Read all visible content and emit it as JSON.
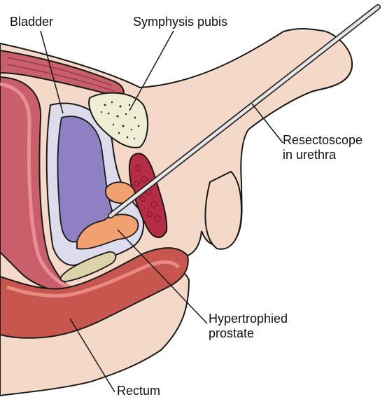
{
  "labels": {
    "bladder": "Bladder",
    "symphysis_pubis": "Symphysis pubis",
    "resectoscope": {
      "line1": "Resectoscope",
      "line2": "in urethra"
    },
    "hypertrophied_prostate": {
      "line1": "Hypertrophied",
      "line2": "prostate"
    },
    "rectum": "Rectum"
  },
  "colors": {
    "skin": "#f5d9c8",
    "outline": "#1a1a1a",
    "muscle_dark": "#c95f6a",
    "bladder_wall": "#dcdcec",
    "bladder_lumen": "#8f80c4",
    "bone": "#efeed4",
    "prostate": "#f0a16f",
    "rectum": "#c7564e",
    "seminal_vesicle": "#ddd3a8",
    "vascular": "#b52c45",
    "scope": "#bfbfbf"
  }
}
